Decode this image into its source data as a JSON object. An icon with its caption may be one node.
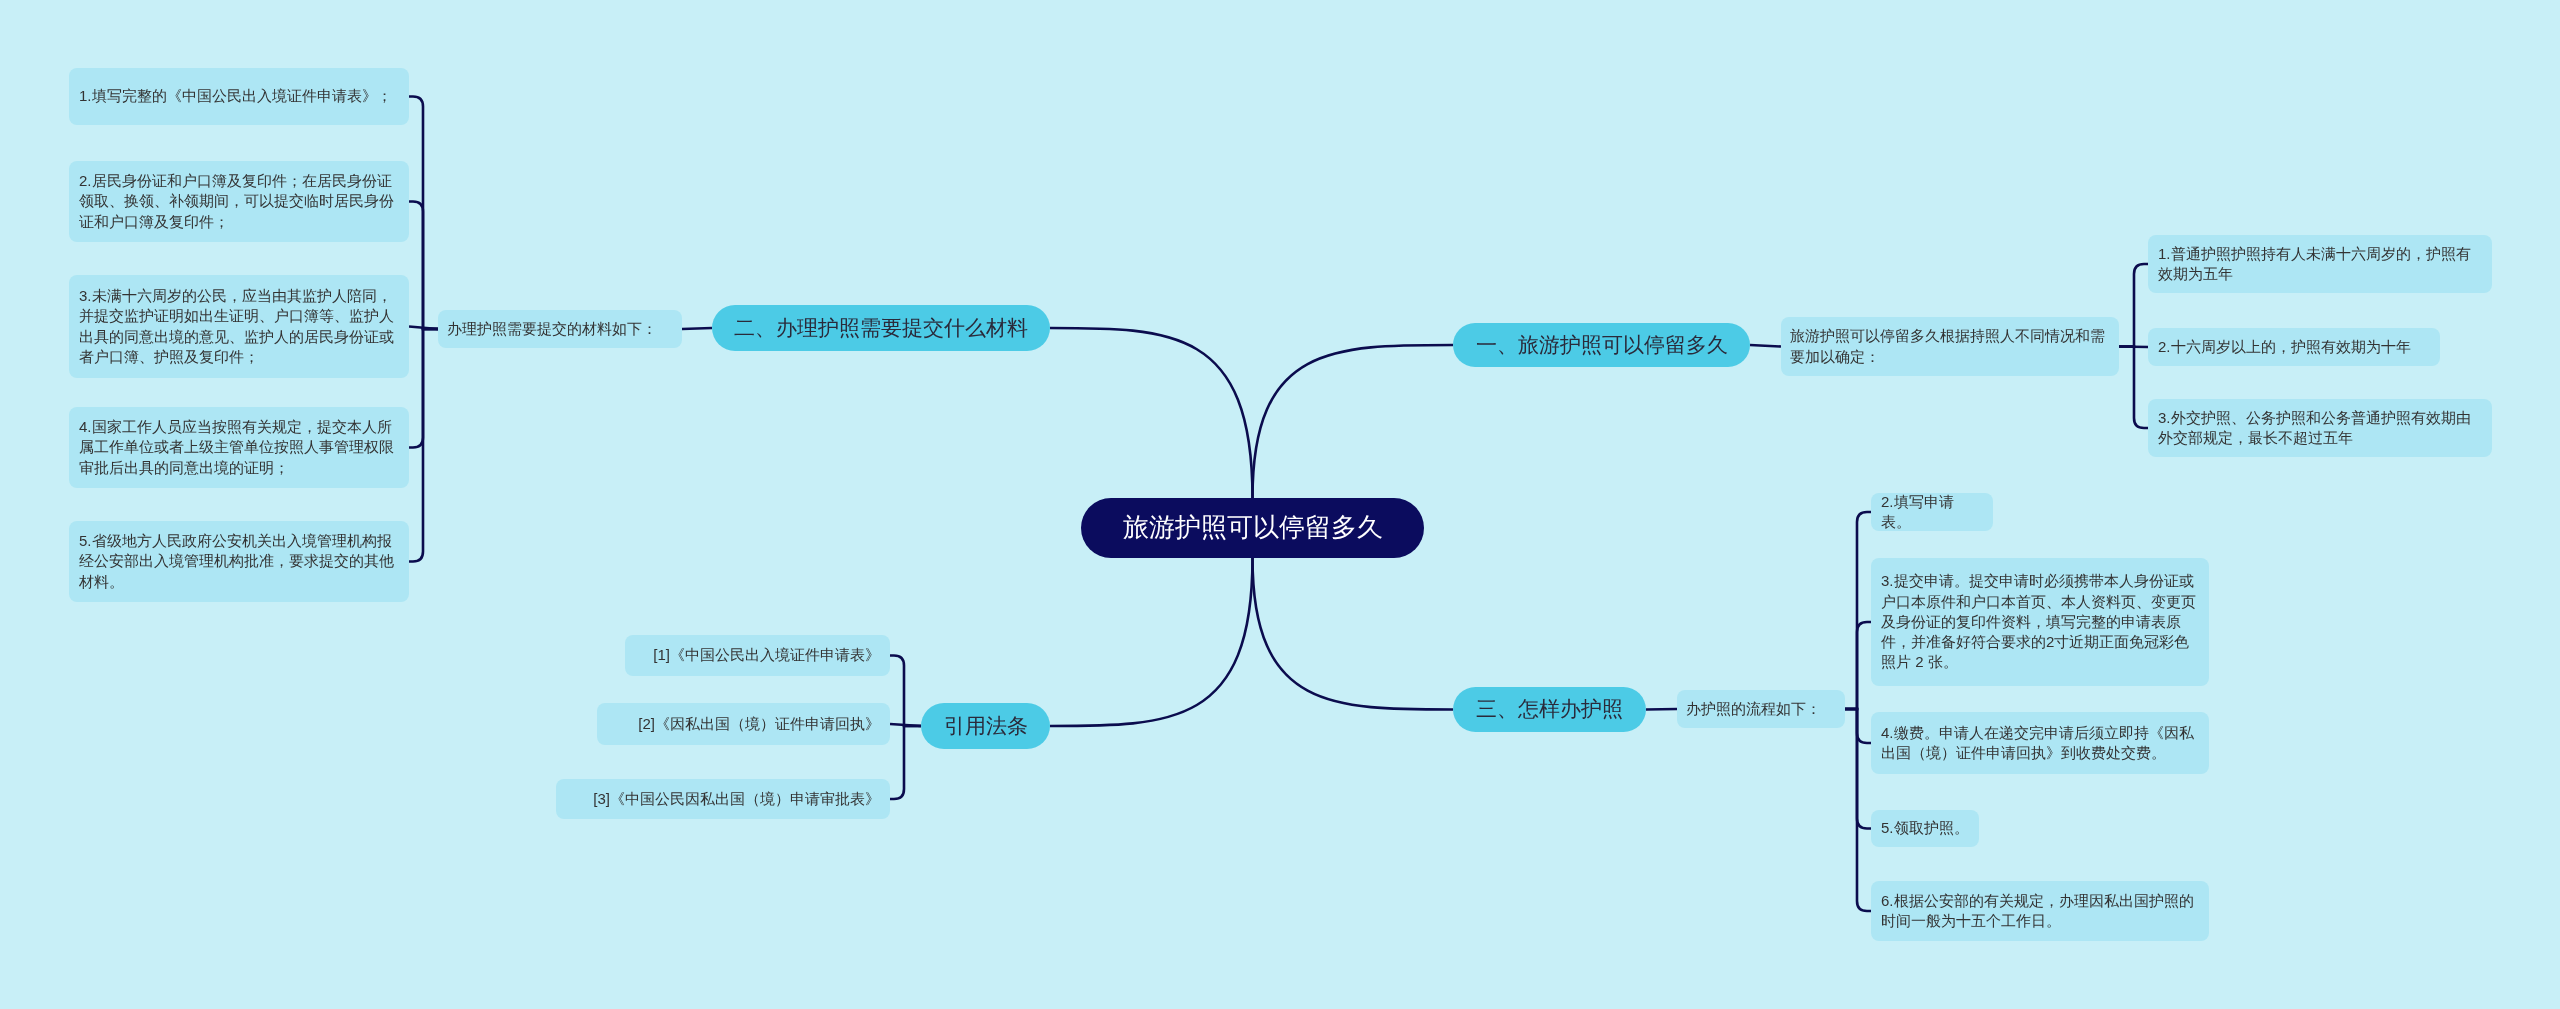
{
  "diagram": {
    "nodes": [
      {
        "text": [
          "旅游护照可以停留多久"
        ]
      },
      {
        "text": [
          "一、旅游护照可以停留多久"
        ]
      },
      {
        "text": [
          "旅游护照可以停留多久根据持照人不同情况和需要加以确定："
        ]
      },
      {
        "text": [
          "1.普通护照护照持有人未满十六周岁的，护照有效期为五年"
        ]
      },
      {
        "text": [
          "2.十六周岁以上的，护照有效期为十年"
        ]
      },
      {
        "text": [
          "3.外交护照、公务护照和公务普通护照有效期由外交部规定，最长不超过五年"
        ]
      },
      {
        "text": [
          "二、办理护照需要提交什么材料"
        ]
      },
      {
        "text": [
          "办理护照需要提交的材料如下："
        ]
      },
      {
        "text": [
          "1.填写完整的《中国公民出入境证件申请表》；"
        ]
      },
      {
        "text": [
          "2.居民身份证和户口簿及复印件；在居民身份证领取、换领、补领期间，可以提交临时居民身份证和户口簿及复印件；"
        ]
      },
      {
        "text": [
          "3.未满十六周岁的公民，应当由其监护人陪同，并提交监护证明如出生证明、户口簿等、监护人出具的同意出境的意见、监护人的居民身份证或者户口簿、护照及复印件；"
        ]
      },
      {
        "text": [
          "4.国家工作人员应当按照有关规定，提交本人所属工作单位或者上级主管单位按照人事管理权限审批后出具的同意出境的证明；"
        ]
      },
      {
        "text": [
          "5.省级地方人民政府公安机关出入境管理机构报经公安部出入境管理机构批准，要求提交的其他材料。"
        ]
      },
      {
        "text": [
          "三、怎样办护照"
        ]
      },
      {
        "text": [
          "办护照的流程如下："
        ]
      },
      {
        "text": [
          "2.填写申请表。"
        ]
      },
      {
        "text": [
          "3.提交申请。提交申请时必须携带本人身份证或户口本原件和户口本首页、本人资料页、变更页及身份证的复印件资料，填写完整的申请表原件，并准备好符合要求的2寸近期正面免冠彩色照片 2 张。"
        ]
      },
      {
        "text": [
          "4.缴费。申请人在递交完申请后须立即持《因私出国（境）证件申请回执》到收费处交费。"
        ]
      },
      {
        "text": [
          "5.领取护照。"
        ]
      },
      {
        "text": [
          "6.根据公安部的有关规定，办理因私出国护照的时间一般为十五个工作日。"
        ]
      },
      {
        "text": [
          "引用法条"
        ]
      },
      {
        "text": [
          "[1]《中国公民出入境证件申请表》"
        ]
      },
      {
        "text": [
          "[2]《因私出国（境）证件申请回执》"
        ]
      },
      {
        "text": [
          "[3]《中国公民因私出国（境）申请审批表》"
        ]
      }
    ],
    "edges": [
      {
        "from": 0,
        "to": 1,
        "arrow": "none"
      },
      {
        "from": 1,
        "to": 2,
        "arrow": "none"
      },
      {
        "from": 2,
        "to": 3,
        "arrow": "none"
      },
      {
        "from": 2,
        "to": 4,
        "arrow": "none"
      },
      {
        "from": 2,
        "to": 5,
        "arrow": "none"
      },
      {
        "from": 0,
        "to": 6,
        "arrow": "none"
      },
      {
        "from": 6,
        "to": 7,
        "arrow": "none"
      },
      {
        "from": 7,
        "to": 8,
        "arrow": "none"
      },
      {
        "from": 7,
        "to": 9,
        "arrow": "none"
      },
      {
        "from": 7,
        "to": 10,
        "arrow": "none"
      },
      {
        "from": 7,
        "to": 11,
        "arrow": "none"
      },
      {
        "from": 7,
        "to": 12,
        "arrow": "none"
      },
      {
        "from": 0,
        "to": 13,
        "arrow": "none"
      },
      {
        "from": 13,
        "to": 14,
        "arrow": "none"
      },
      {
        "from": 14,
        "to": 15,
        "arrow": "none"
      },
      {
        "from": 14,
        "to": 16,
        "arrow": "none"
      },
      {
        "from": 14,
        "to": 17,
        "arrow": "none"
      },
      {
        "from": 14,
        "to": 18,
        "arrow": "none"
      },
      {
        "from": 14,
        "to": 19,
        "arrow": "none"
      },
      {
        "from": 0,
        "to": 20,
        "arrow": "none"
      },
      {
        "from": 20,
        "to": 21,
        "arrow": "none"
      },
      {
        "from": 20,
        "to": 22,
        "arrow": "none"
      },
      {
        "from": 20,
        "to": 23,
        "arrow": "none"
      }
    ]
  }
}
